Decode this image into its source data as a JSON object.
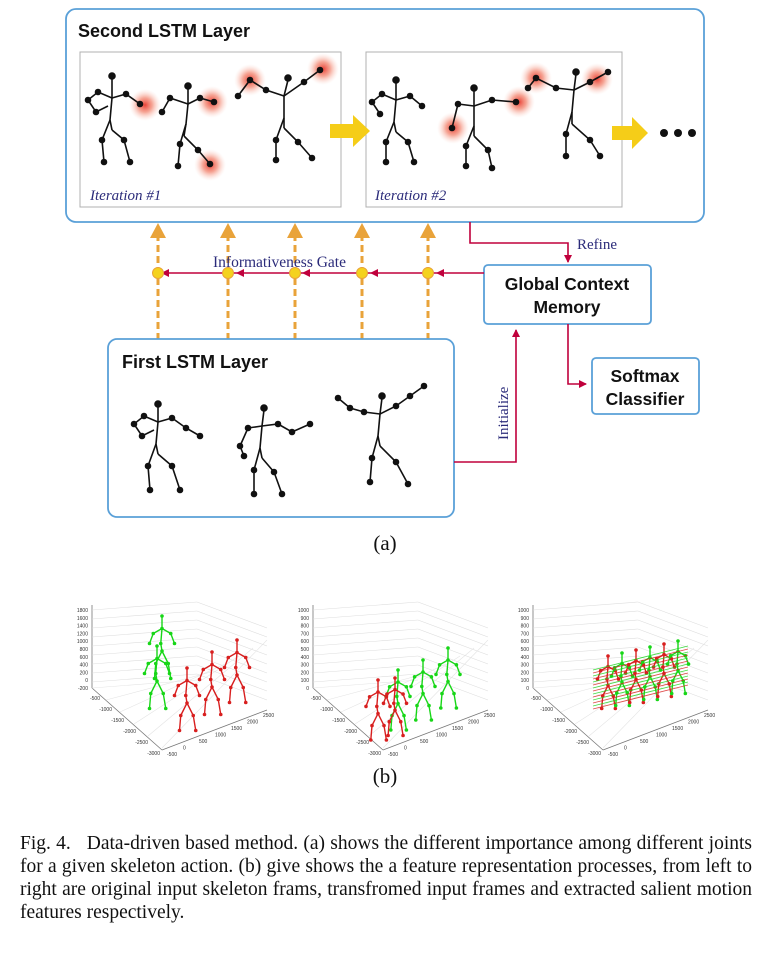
{
  "diagram": {
    "second_layer_title": "Second LSTM Layer",
    "iteration_1": "Iteration #1",
    "iteration_2": "Iteration #2",
    "refine_label": "Refine",
    "gate_label": "Informativeness Gate",
    "gcm_line1": "Global Context",
    "gcm_line2": "Memory",
    "softmax_line1": "Softmax",
    "softmax_line2": "Classifier",
    "first_layer_title": "First LSTM Layer",
    "initialize_label": "Initialize",
    "label_a": "(a)",
    "label_b": "(b)"
  },
  "plots": [
    {
      "name": "original",
      "z_ticks": [
        "1800",
        "1600",
        "1400",
        "1200",
        "1000",
        "800",
        "600",
        "400",
        "200",
        "0",
        "-200"
      ],
      "left_ticks": [
        "-500",
        "-1000",
        "-1500",
        "-2000",
        "-2500",
        "-3000"
      ],
      "right_ticks": [
        "-500",
        "0",
        "500",
        "1000",
        "1500",
        "2000",
        "2500"
      ]
    },
    {
      "name": "transformed",
      "z_ticks": [
        "1000",
        "900",
        "800",
        "700",
        "600",
        "500",
        "400",
        "300",
        "200",
        "100",
        "0"
      ],
      "left_ticks": [
        "-500",
        "-1000",
        "-1500",
        "-2000",
        "-2500",
        "-3000"
      ],
      "right_ticks": [
        "-500",
        "0",
        "500",
        "1000",
        "1500",
        "2000",
        "2500"
      ]
    },
    {
      "name": "salient",
      "z_ticks": [
        "1000",
        "900",
        "800",
        "700",
        "600",
        "500",
        "400",
        "300",
        "200",
        "100",
        "0"
      ],
      "left_ticks": [
        "-500",
        "-1000",
        "-1500",
        "-2000",
        "-2500",
        "-3000"
      ],
      "right_ticks": [
        "-500",
        "0",
        "500",
        "1000",
        "1500",
        "2000",
        "2500"
      ]
    }
  ],
  "caption": {
    "label": "Fig. 4.",
    "text": "Data-driven based method. (a) shows the different importance among different joints for a given skeleton action. (b) give shows the a feature representation processes, from left to right are original input skeleton frams, transfromed input frames and extracted salient motion features respectively."
  },
  "colors": {
    "box_border": "#5aa0d8",
    "arrow_orange": "#e9a33a",
    "arrow_red": "#c0003c",
    "gate_node": "#f4d21e",
    "big_arrow": "#f5cd18",
    "text_blue": "#2b2b7a",
    "skeleton_green": "#17d617",
    "skeleton_red": "#d81f1f"
  }
}
